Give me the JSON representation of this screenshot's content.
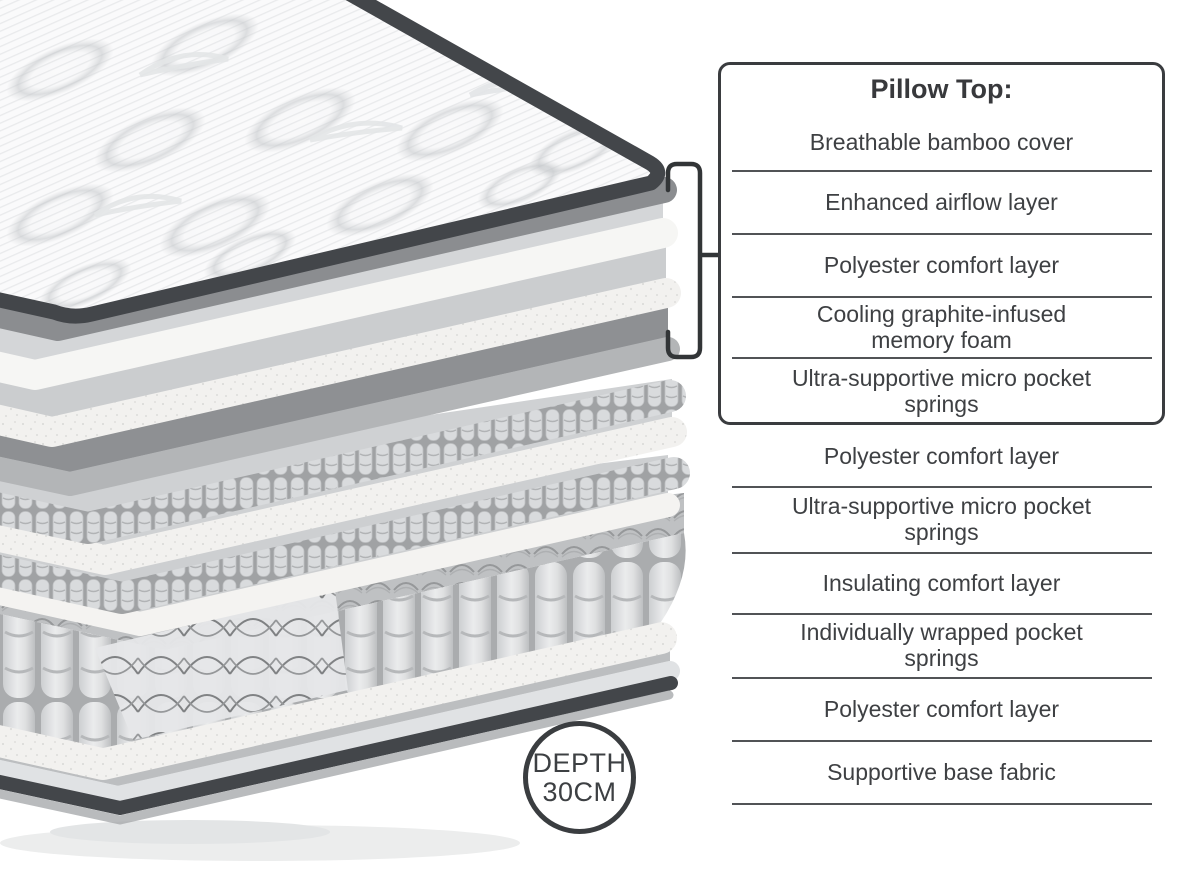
{
  "pillow_top_section": {
    "title": "Pillow Top:",
    "items": [
      "Breathable bamboo cover",
      "Enhanced airflow layer",
      "Polyester comfort layer",
      "Cooling graphite-infused memory foam",
      "Ultra-supportive micro pocket springs"
    ]
  },
  "layer_list": [
    "Polyester comfort layer",
    "Ultra-supportive micro pocket springs",
    "Insulating comfort layer",
    "Individually wrapped pocket springs",
    "Polyester comfort layer",
    "Supportive base fabric"
  ],
  "depth_badge": {
    "label": "DEPTH",
    "value": "30CM"
  },
  "colors": {
    "background": "#ffffff",
    "outline": "#3a3c3f",
    "divider": "#515356",
    "text": "#3e4043",
    "piping": "#43464a"
  }
}
